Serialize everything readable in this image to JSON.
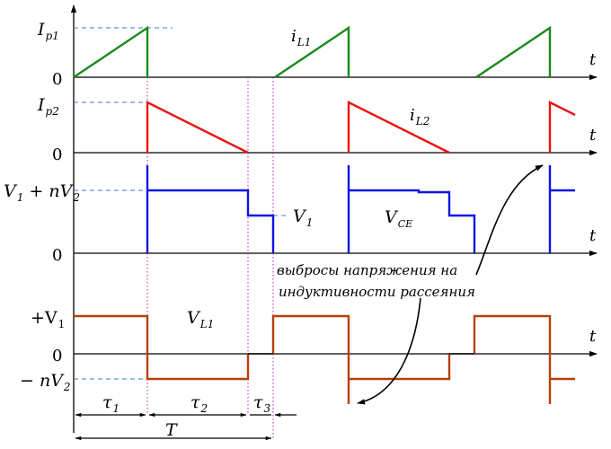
{
  "labels": {
    "ip1_main": "I",
    "ip1_sub": "p1",
    "ip2_main": "I",
    "ip2_sub": "p2",
    "iL1_main": "i",
    "iL1_sub": "L1",
    "iL2_main": "i",
    "iL2_sub": "L2",
    "v1nv2_a": "V",
    "v1nv2_a_sub": "1",
    "v1nv2_b": " + nV",
    "v1nv2_b_sub": "2",
    "v1_main": "V",
    "v1_sub": "1",
    "vce_main": "V",
    "vce_sub": "CE",
    "pv1_main": "+V",
    "pv1_sub": "1",
    "vL1_main": "V",
    "vL1_sub": "L1",
    "mnv2_main": "− nV",
    "mnv2_sub": "2",
    "zero": "0",
    "t": "t",
    "tau1_main": "τ",
    "tau1_sub": "1",
    "tau2_main": "τ",
    "tau2_sub": "2",
    "tau3_main": "τ",
    "tau3_sub": "3",
    "T": "T",
    "annotation_line1": "выбросы напряжения на",
    "annotation_line2": "индуктивности рассеяния"
  },
  "colors": {
    "current_L1": "#1a8a1a",
    "current_L2": "#ee1111",
    "voltage_CE": "#1111e6",
    "voltage_L1": "#b5410a",
    "reference_dash": "#3a78e0",
    "timing_marker": "#b020b0"
  }
}
